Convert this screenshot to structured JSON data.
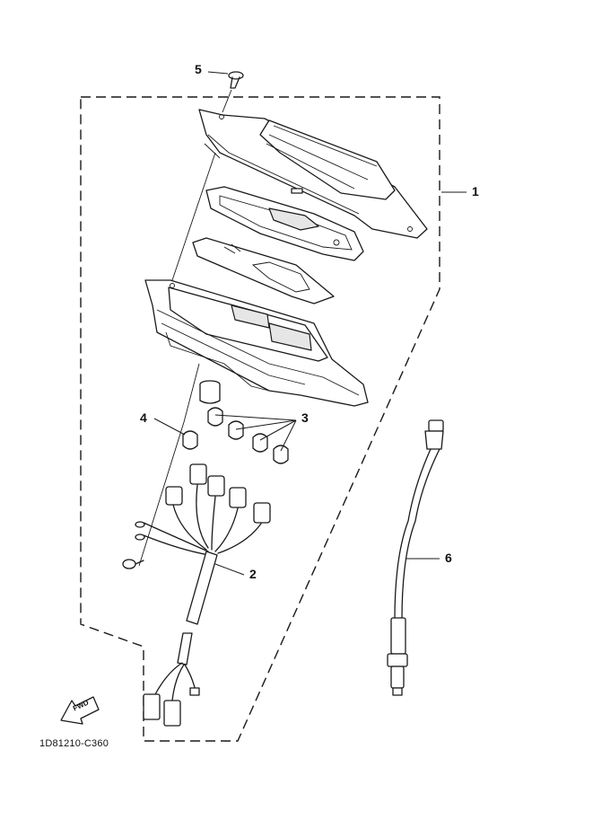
{
  "callouts": {
    "c1": "1",
    "c2": "2",
    "c3": "3",
    "c4": "4",
    "c5": "5",
    "c6": "6"
  },
  "fwd_label": "FWD",
  "diagram_code": "1D81210-C360"
}
